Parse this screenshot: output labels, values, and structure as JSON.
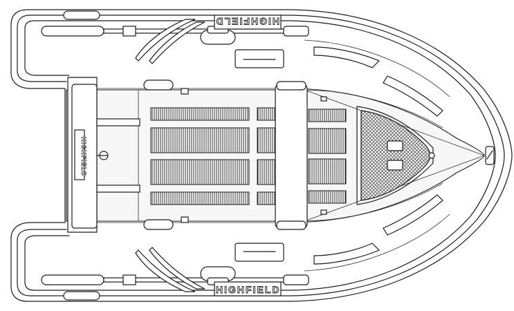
{
  "diagram": {
    "brand_top": "HIGHFIELD",
    "brand_bottom": "HIGHFIELD",
    "brand_transom": "HIGHFIELD"
  },
  "colors": {
    "line": "#1a1a1a",
    "fill": "#ffffff",
    "deck": "#f7f7f7",
    "mesh": "#555555"
  }
}
